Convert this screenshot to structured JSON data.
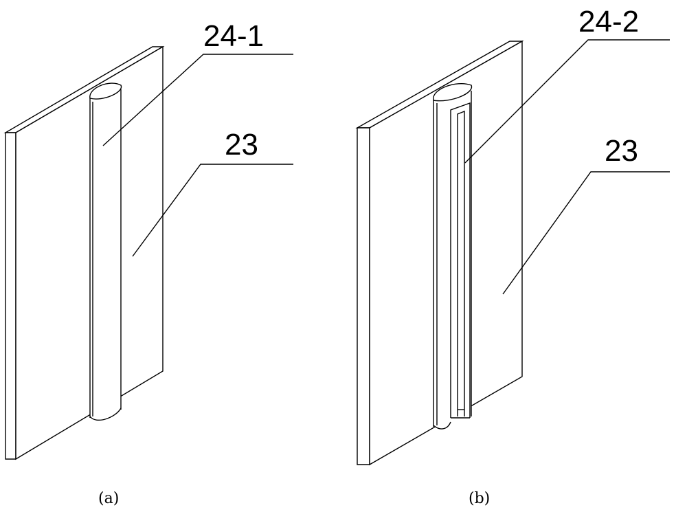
{
  "figure_a": {
    "caption": "(a)",
    "label_top": "24-1",
    "label_bottom": "23"
  },
  "figure_b": {
    "caption": "(b)",
    "label_top": "24-2",
    "label_bottom": "23"
  },
  "colors": {
    "line": "#000000",
    "background": "#ffffff"
  }
}
